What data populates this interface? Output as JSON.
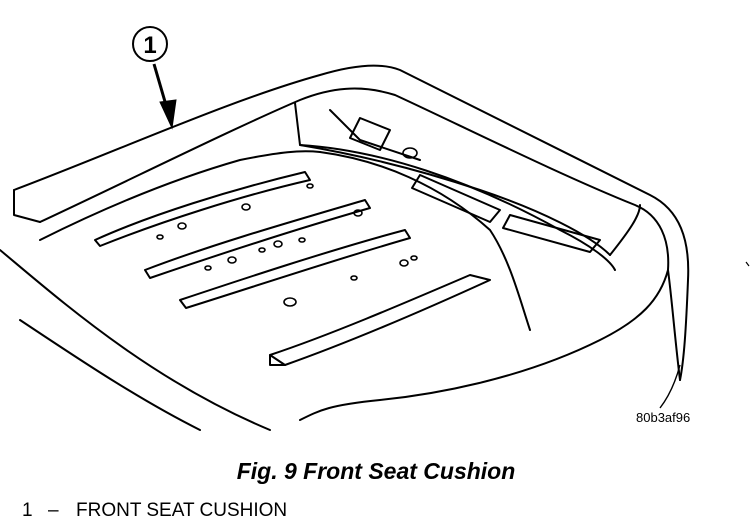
{
  "figure": {
    "callout_number": "1",
    "drawing_code": "80b3af96",
    "caption": "Fig. 9 Front Seat Cushion"
  },
  "legend": {
    "items": [
      {
        "number": "1",
        "separator": "–",
        "label": "FRONT SEAT CUSHION"
      }
    ]
  },
  "colors": {
    "ink": "#000000",
    "paper": "#ffffff"
  }
}
